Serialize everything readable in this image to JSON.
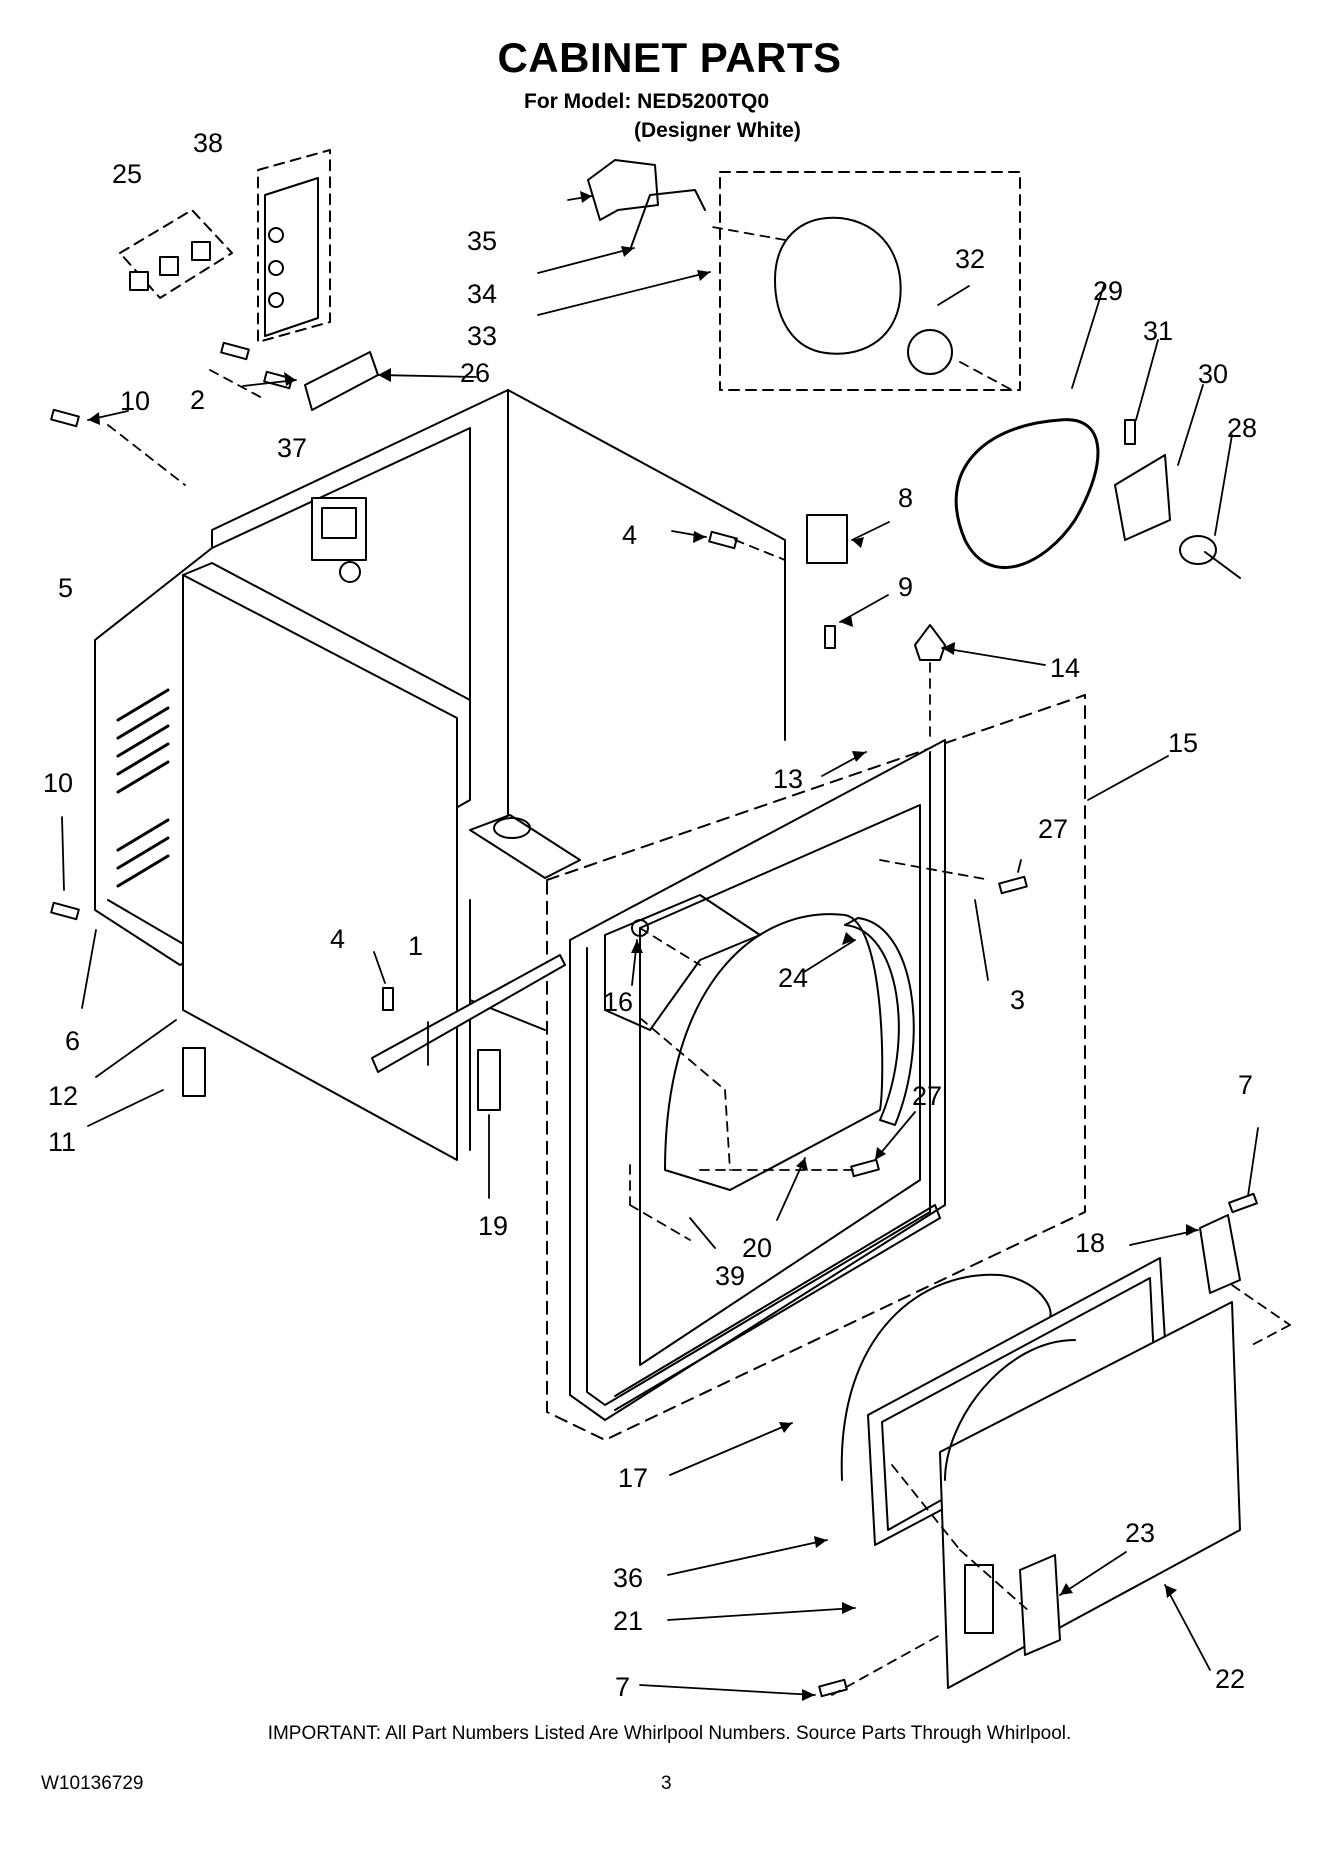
{
  "header": {
    "title": "CABINET PARTS",
    "model_line": "For Model: NED5200TQ0",
    "variant_line": "(Designer White)"
  },
  "callouts": [
    "38",
    "25",
    "35",
    "34",
    "33",
    "32",
    "29",
    "31",
    "30",
    "28",
    "26",
    "2",
    "10",
    "37",
    "5",
    "8",
    "4",
    "9",
    "14",
    "15",
    "13",
    "27",
    "10",
    "3",
    "4",
    "1",
    "16",
    "24",
    "6",
    "12",
    "11",
    "19",
    "27",
    "20",
    "39",
    "7",
    "18",
    "17",
    "23",
    "36",
    "21",
    "22",
    "7"
  ],
  "footer": {
    "note": "IMPORTANT: All Part Numbers Listed Are Whirlpool Numbers. Source Parts Through Whirlpool.",
    "doc_number": "W10136729",
    "page": "3"
  }
}
